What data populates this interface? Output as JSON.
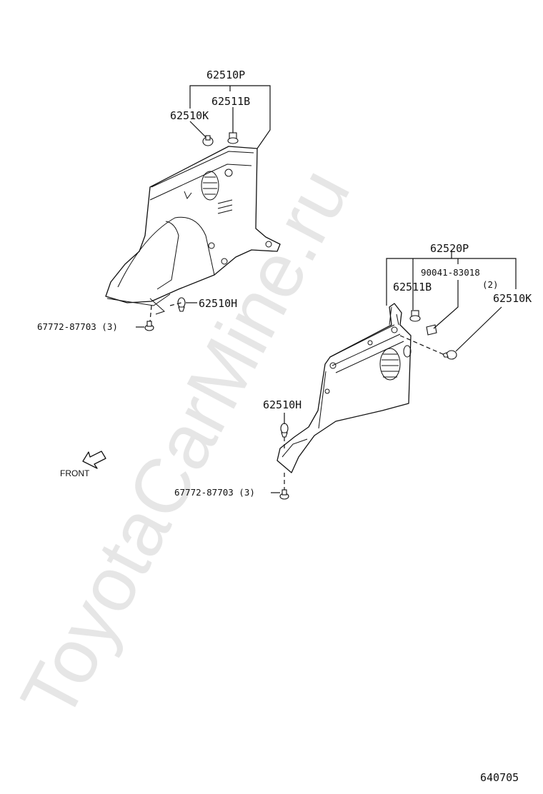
{
  "watermark": "ToyotaCarMine.ru",
  "diagram_code": "640705",
  "front_label": "FRONT",
  "left_assembly": {
    "assembly_part": "62510P",
    "clip_b": "62511B",
    "clip_k": "62510K",
    "clip_h": "62510H",
    "screw": "67772-87703 (3)"
  },
  "right_assembly": {
    "assembly_part": "62520P",
    "nut": "90041-83018",
    "nut_qty": "(2)",
    "clip_b": "62511B",
    "clip_k": "62510K",
    "clip_h": "62510H",
    "screw": "67772-87703 (3)"
  }
}
